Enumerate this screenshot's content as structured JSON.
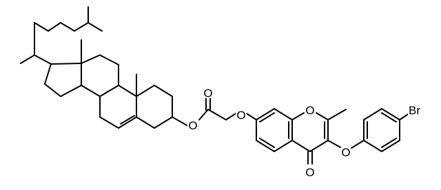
{
  "molecule": {
    "atom_labels": {
      "ester_oxygen_single": "O",
      "ester_oxygen_carbonyl": "O",
      "ether_oxygen_linker": "O",
      "ring_oxygen_chromone": "O",
      "carbonyl_oxygen_chromone": "O",
      "aryl_ether_oxygen": "O",
      "bromine": "Br"
    }
  }
}
